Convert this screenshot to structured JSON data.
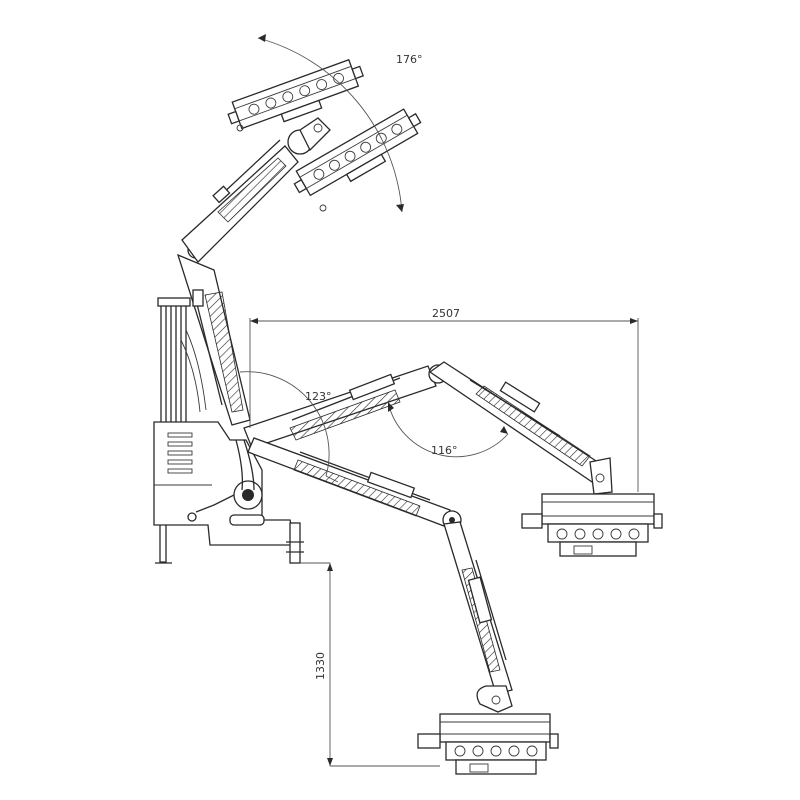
{
  "dimensions": {
    "angle_top": "176°",
    "width": "2507",
    "angle_left": "123°",
    "angle_right": "116°",
    "height": "1330"
  },
  "colors": {
    "line": "#2a2a2a",
    "background": "#ffffff"
  }
}
